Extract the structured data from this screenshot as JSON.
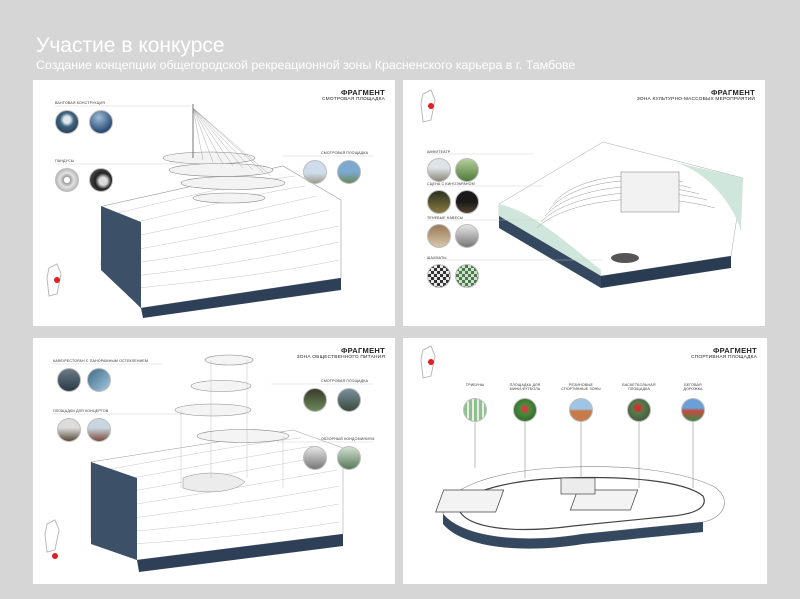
{
  "page": {
    "title": "Участие в конкурсе",
    "subtitle": "Создание концепции общегородской рекреационной зоны Красненского карьера в г. Тамбове"
  },
  "panels": [
    {
      "heading": "ФРАГМЕНТ",
      "subheading": "СМОТРОВАЯ ПЛОЩАДКА",
      "labels": [
        "ВАНТОВАЯ КОНСТРУКЦИЯ",
        "ПАНДУСЫ",
        "СМОТРОВАЯ ПЛОЩАДКА"
      ]
    },
    {
      "heading": "ФРАГМЕНТ",
      "subheading": "ЗОНА КУЛЬТУРНО-МАССОВЫХ МЕРОПРИЯТИЙ",
      "labels": [
        "АМФИТЕАТР",
        "СЦЕНА С КИНОЭКРАНОМ",
        "ТЕНЕВЫЕ НАВЕСЫ",
        "ШАХМАТЫ"
      ]
    },
    {
      "heading": "ФРАГМЕНТ",
      "subheading": "ЗОНА ОБЩЕСТВЕННОГО ПИТАНИЯ",
      "labels": [
        "КАФЕ/РЕСТОРАН С ПАНОРАМНЫМ ОСТЕКЛЕНИЕМ",
        "ПЛОЩАДКИ ДЛЯ КОНЦЕРТОВ",
        "СМОТРОВАЯ ПЛОЩАДКА",
        "ОБЗОРНЫЙ КОНДОМИНИУМ"
      ]
    },
    {
      "heading": "ФРАГМЕНТ",
      "subheading": "СПОРТИВНАЯ ПЛОЩАДКА",
      "labels": [
        "ТРИБУНЫ",
        "ПЛОЩАДКА ДЛЯ МИНИ-ФУТБОЛА",
        "РЕЗИНОВЫЕ СПОРТИВНЫЕ ЗОНЫ",
        "БАСКЕТБОЛЬНАЯ ПЛОЩАДКА",
        "БЕГОВАЯ ДОРОЖКА"
      ]
    }
  ]
}
